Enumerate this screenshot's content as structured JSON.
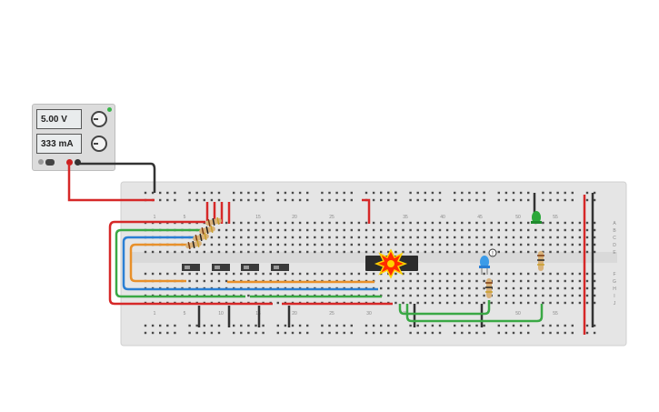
{
  "power_supply": {
    "voltage": "5.00 V",
    "current": "333 mA"
  },
  "breadboard": {
    "top_numbers": [
      "1",
      "5",
      "15",
      "20",
      "25",
      "35",
      "40",
      "45",
      "50",
      "55"
    ],
    "bottom_numbers": [
      "1",
      "5",
      "10",
      "15",
      "20",
      "25",
      "30",
      "35",
      "50",
      "55"
    ],
    "row_letters_right_top": [
      "A",
      "B",
      "C",
      "D",
      "E"
    ],
    "row_letters_right_bottom": [
      "F",
      "G",
      "H",
      "I",
      "J"
    ]
  },
  "colors": {
    "red_wire": "#d62828",
    "black_wire": "#333333",
    "green_wire": "#3aa845",
    "blue_wire": "#2a7fd4",
    "orange_wire": "#e8902a",
    "board": "#e6e6e6",
    "ic": "#2b2b2b",
    "burst": "#ff2a00"
  },
  "components": {
    "ic_icon": "explosion-icon",
    "led_blue_label": "!",
    "led_colors": [
      "blue",
      "green"
    ]
  }
}
